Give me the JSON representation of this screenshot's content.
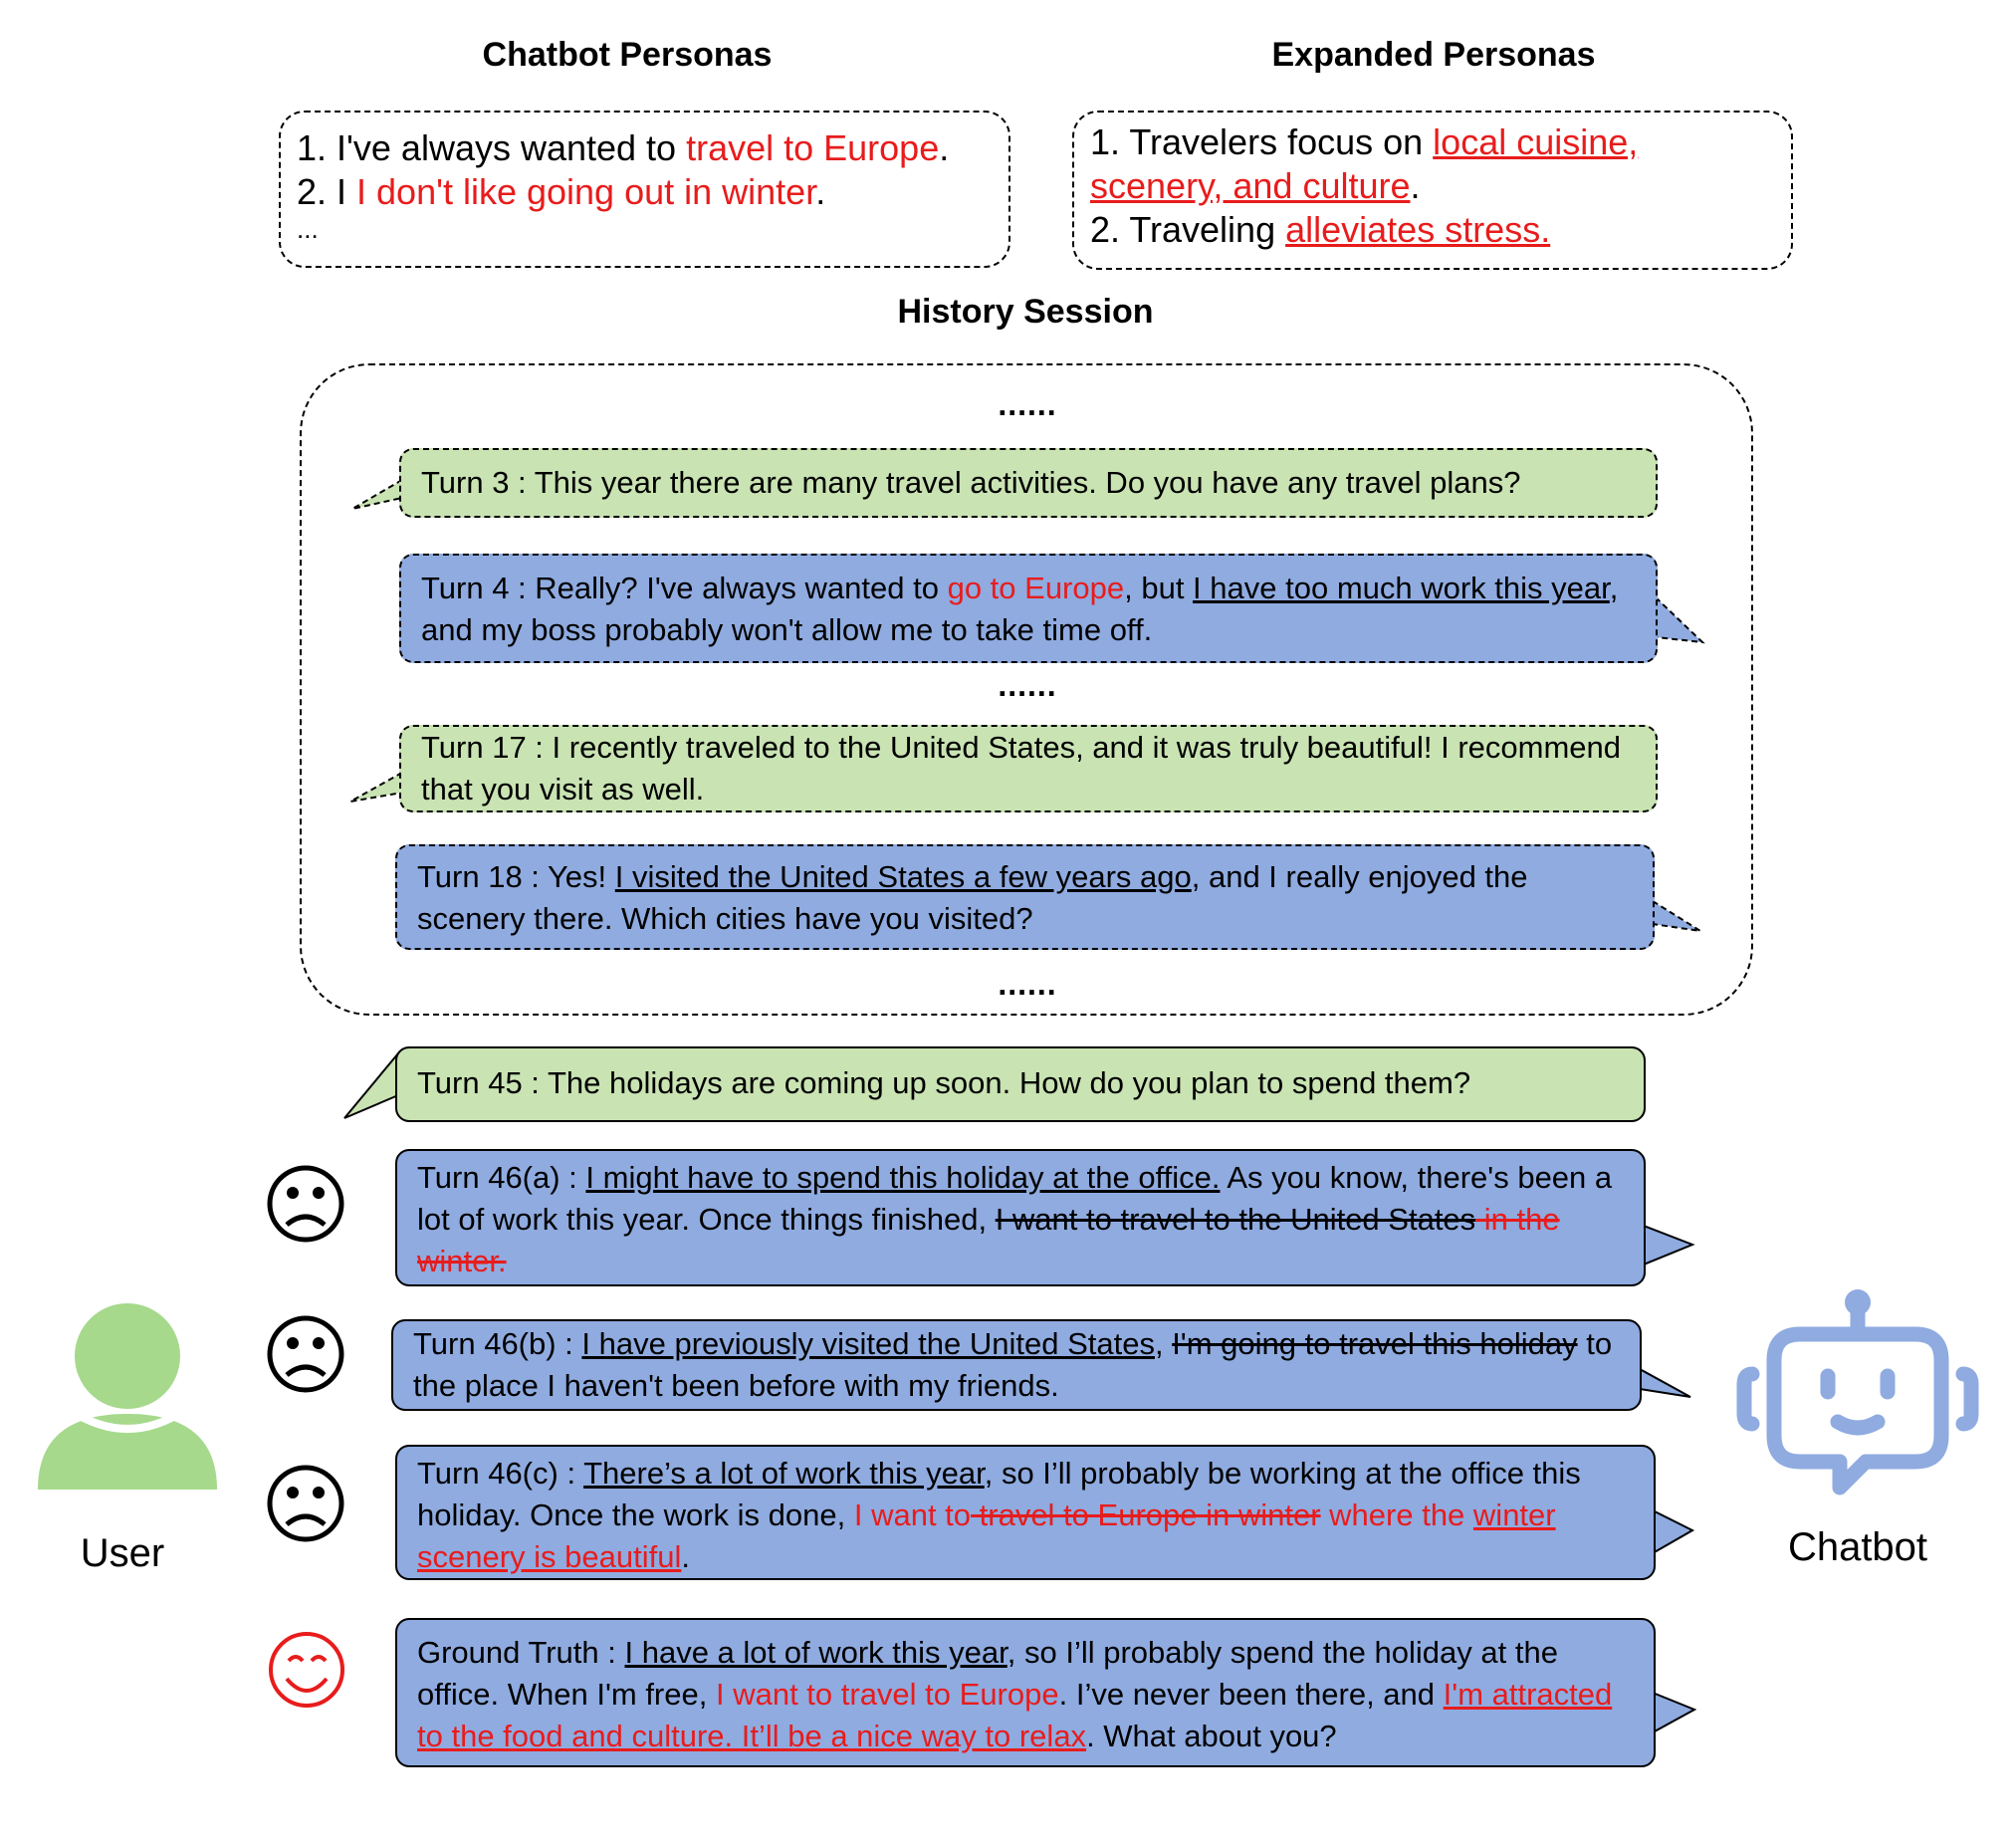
{
  "headings": {
    "chatbot_personas": "Chatbot Personas",
    "expanded_personas": "Expanded Personas",
    "history_session": "History Session"
  },
  "chatbot_personas": {
    "item1_prefix": "1. I've always wanted to ",
    "item1_red": "travel to Europe",
    "item1_suffix": ".",
    "item2_prefix": "2. I ",
    "item2_red": "I don't like going out in winter",
    "item2_suffix": ".",
    "ellipsis": "..."
  },
  "expanded_personas": {
    "item1_prefix": "1. Travelers focus on ",
    "item1_red_a": "local cuisine,",
    "item1_red_b": "scenery, and culture",
    "item1_suffix": ".",
    "item2_prefix": "2. Traveling ",
    "item2_red": "alleviates stress."
  },
  "ellipsis": "......",
  "history": {
    "turn3": "Turn 3 : This year there are many travel activities. Do you have any travel plans?",
    "turn4": {
      "a": "Turn 4 : Really? I've always wanted to ",
      "red": "go to Europe",
      "b": ", but ",
      "u": "I have too much work this year",
      "c": ", and my boss probably won't allow me to take time off."
    },
    "turn17": "Turn 17 : I recently traveled to the United States, and it was truly beautiful! I recommend that you visit as well.",
    "turn18": {
      "a": "Turn 18 : Yes! ",
      "u": "I visited the United States a few years ago",
      "b": ", and I really enjoyed the scenery there. Which cities have you visited?"
    }
  },
  "turn45": "Turn 45 : The holidays are coming up soon. How do you plan to spend them?",
  "turn46a": {
    "a": "Turn 46(a) : ",
    "u": "I might have to spend this holiday at the office.",
    "b": " As you know, there's been a lot of work this year. Once things finished, ",
    "s": "I want to travel to the United States",
    "sr": " in the winter."
  },
  "turn46b": {
    "a": "Turn 46(b) : ",
    "u": "I have previously visited the United States",
    "b": ", ",
    "s": "I'm going to travel this holiday",
    "c": " to the place I haven't been before with my friends."
  },
  "turn46c": {
    "a": "Turn 46(c) : ",
    "u": "There’s a lot of work this year",
    "b": ", so I’ll probably be working at the office this holiday. Once the work is done, ",
    "r1": "I want to",
    "rs": " travel to Europe in winter",
    "r2": " where the ",
    "ru": "winter scenery is beautiful",
    "c": "."
  },
  "ground_truth": {
    "a": "Ground Truth : ",
    "u": "I have a lot of work this year",
    "b": ", so I’ll probably spend the holiday at the office. When I'm free, ",
    "r": "I want to travel to Europe",
    "c": ". I’ve never been there, and ",
    "ru": "I'm attracted to the food and culture. It’ll be a nice way to relax",
    "d": ". What about you?"
  },
  "labels": {
    "user": "User",
    "chatbot": "Chatbot"
  },
  "icons": [
    "sad-face-icon",
    "smiley-face-icon",
    "user-person-icon",
    "chatbot-robot-icon"
  ],
  "colors": {
    "user_bubble": "#c9e3b3",
    "chatbot_bubble": "#8fabe0",
    "highlight_red": "#e81c1c",
    "user_icon": "#a6d98c",
    "chatbot_icon": "#8fabe0"
  }
}
